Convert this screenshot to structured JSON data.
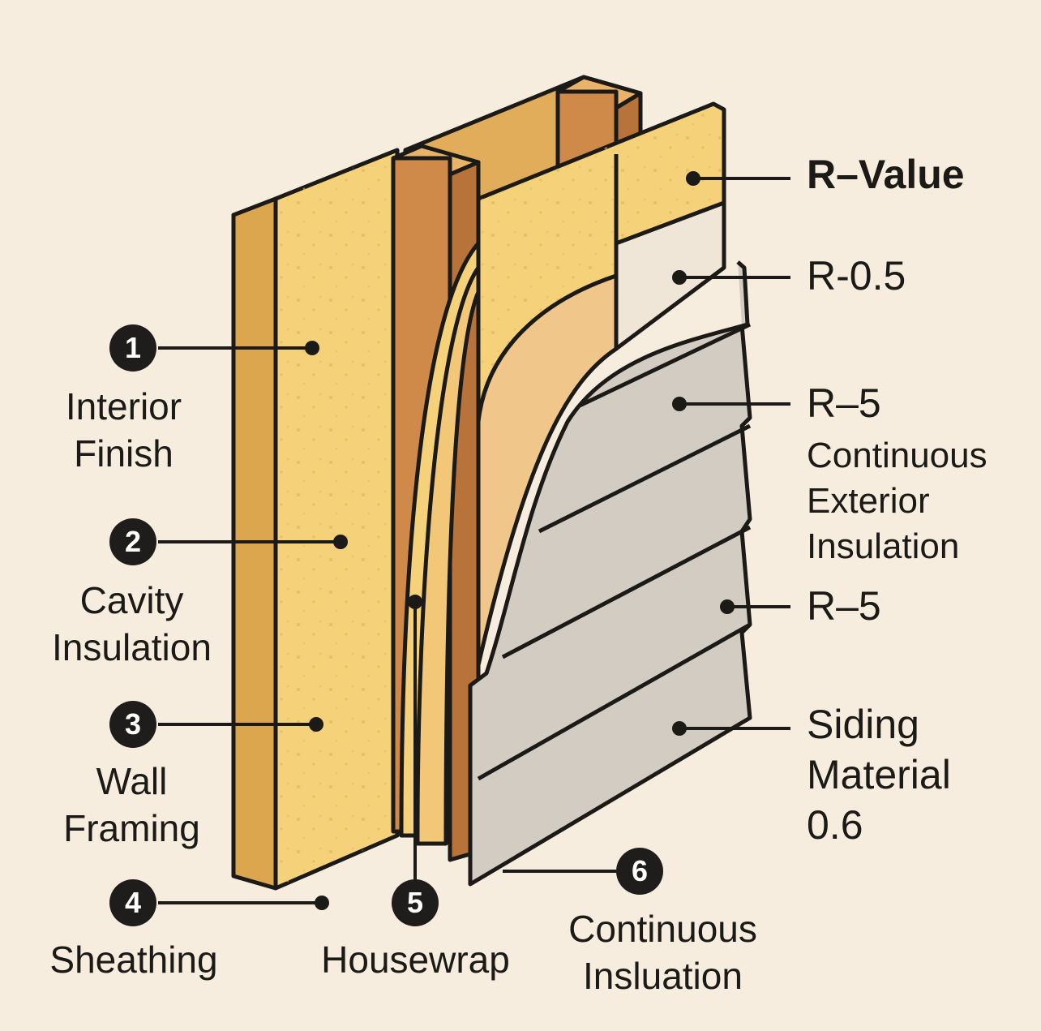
{
  "title": "Wall assembly cross-section",
  "colors": {
    "background": "#f6eddf",
    "insulation_yellow": "#f5d27a",
    "board_side": "#d9a24f",
    "wood_stud": "#c98446",
    "foam_board": "#f0e6d8",
    "siding_gray": "#d2ccc2",
    "outline": "#1c1a17"
  },
  "left_callouts": [
    {
      "number": "1",
      "label_lines": [
        "Interior",
        "Finish"
      ]
    },
    {
      "number": "2",
      "label_lines": [
        "Cavity",
        "Insulation"
      ]
    },
    {
      "number": "3",
      "label_lines": [
        "Wall",
        "Framing"
      ]
    },
    {
      "number": "4",
      "label_lines": [
        "Sheathing"
      ]
    }
  ],
  "bottom_callouts": [
    {
      "number": "5",
      "label_lines": [
        "Housewrap"
      ]
    },
    {
      "number": "6",
      "label_lines": [
        "Continuous",
        "Insluation"
      ]
    }
  ],
  "right_labels": {
    "header": "R–Value",
    "r1": "R-0.5",
    "r2": "R–5",
    "r2_desc": [
      "Continuous",
      "Exterior",
      "Insulation"
    ],
    "r3": "R–5",
    "siding": [
      "Siding",
      "Material",
      "0.6"
    ]
  }
}
